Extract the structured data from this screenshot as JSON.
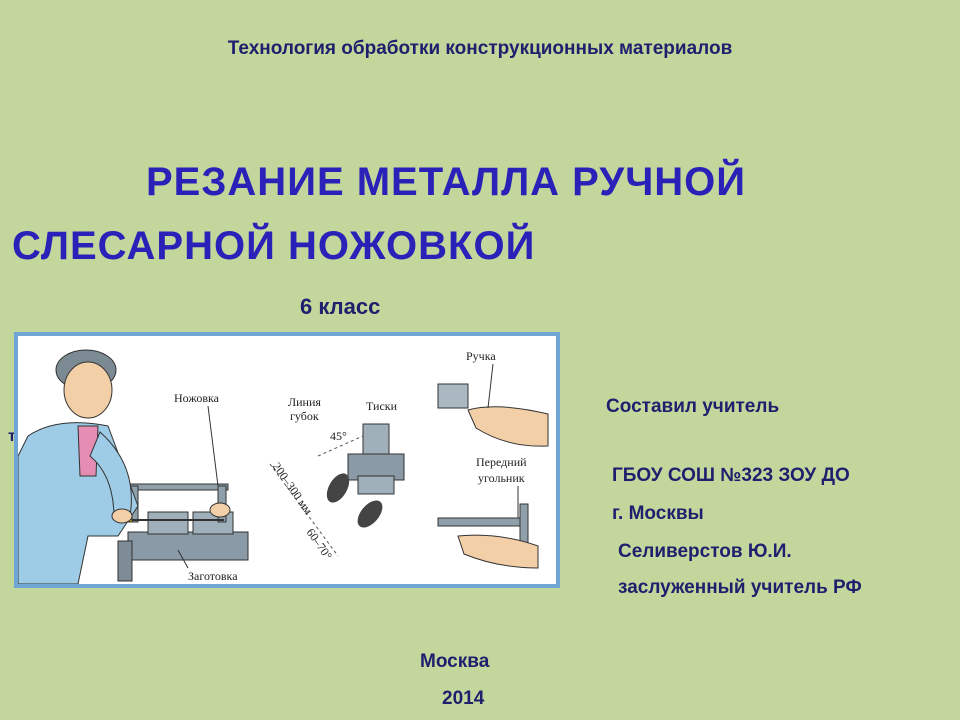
{
  "header": {
    "subject": "Технология обработки конструкционных материалов"
  },
  "title": {
    "line1": "РЕЗАНИЕ  МЕТАЛЛА  РУЧНОЙ",
    "line2": "СЛЕСАРНОЙ  НОЖОВКОЙ",
    "grade": "6  класс"
  },
  "stray_char": "т",
  "figure": {
    "labels": {
      "hacksaw": "Ножовка",
      "jaw_line_1": "Линия",
      "jaw_line_2": "губок",
      "vise": "Тиски",
      "handle": "Ручка",
      "front_1": "Передний",
      "front_2": "угольник",
      "workpiece": "Заготовка",
      "angle_45": "45°",
      "dist_1": "200–300 мм",
      "angle_60": "60–70°"
    }
  },
  "author": {
    "line1": "Составил  учитель",
    "line2": "ГБОУ СОШ №323 ЗОУ ДО",
    "line3": "г. Москвы",
    "line4": "Селиверстов Ю.И.",
    "line5": "заслуженный учитель РФ"
  },
  "footer": {
    "city": "Москва",
    "year": "2014"
  }
}
